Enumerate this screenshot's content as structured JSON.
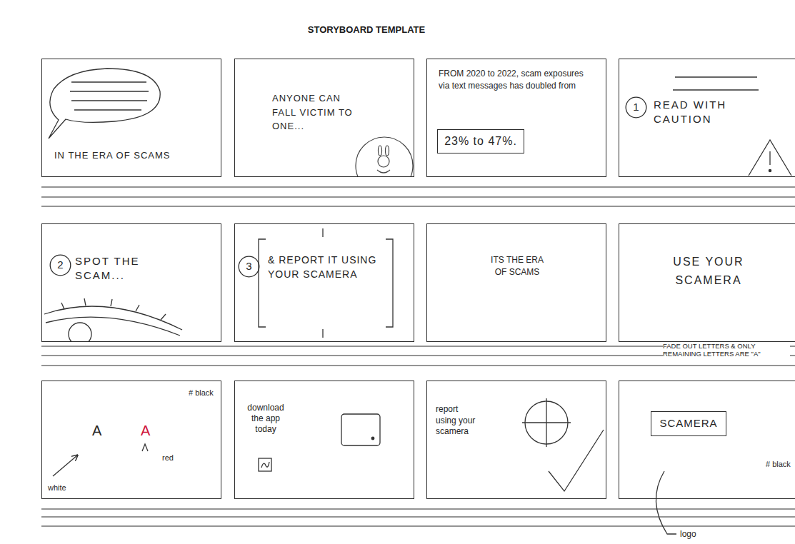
{
  "diagram": {
    "title": "STORYBOARD TEMPLATE",
    "nodes": [
      {
        "text": [
          "IN THE ERA OF SCAMS"
        ]
      },
      {
        "text": [
          "ANYONE CAN FALL VICTIM TO ONE..."
        ]
      },
      {
        "text": [
          "FROM 2020 to 2022, scam exposures via text messages has doubled from"
        ]
      },
      {
        "text": [
          "23% to 47%."
        ],
        "in": 2
      },
      {
        "text": [
          "READ WITH CAUTION"
        ]
      },
      {
        "text": [
          "1"
        ],
        "in": 4
      },
      {
        "text": [
          "SPOT THE SCAM..."
        ]
      },
      {
        "text": [
          "2"
        ],
        "in": 6
      },
      {
        "text": [
          "& REPORT IT USING YOUR SCAMERA"
        ]
      },
      {
        "text": [
          "3"
        ],
        "in": 8
      },
      {
        "text": [
          "ITS THE ERA OF SCAMS"
        ]
      },
      {
        "text": [
          "USE YOUR SCAMERA"
        ]
      },
      {
        "text": [
          "A",
          "A",
          "# black",
          "white",
          "red"
        ]
      },
      {
        "text": [
          "download the app today"
        ]
      },
      {
        "text": [
          "report using your scamera"
        ]
      },
      {
        "text": [
          "# black"
        ]
      },
      {
        "text": [
          "SCAMERA"
        ],
        "in": 15
      }
    ],
    "labels": [
      "FADE OUT LETTERS & ONLY REMAINING LETTERS ARE \"A\"",
      "logo"
    ]
  }
}
